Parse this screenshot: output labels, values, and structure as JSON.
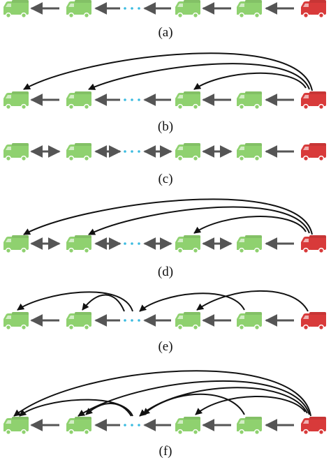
{
  "colors": {
    "lead_truck": "#d83a3a",
    "follower_truck": "#8fd16f",
    "arrow_grey": "#555555",
    "dots": "#3bbbe0",
    "curve": "#111111"
  },
  "icons": {
    "truck": "truck-icon"
  },
  "panels": [
    {
      "label": "(a)",
      "adjacent_links": [
        "uni",
        "uni",
        "uni",
        "uni"
      ]
    },
    {
      "label": "(b)",
      "adjacent_links": [
        "uni",
        "uni",
        "uni",
        "uni"
      ]
    },
    {
      "label": "(c)",
      "adjacent_links": [
        "bi",
        "bi",
        "bi",
        "uni"
      ]
    },
    {
      "label": "(d)",
      "adjacent_links": [
        "bi",
        "bi",
        "bi",
        "uni"
      ]
    },
    {
      "label": "(e)",
      "adjacent_links": [
        "uni",
        "uni",
        "uni",
        "uni"
      ]
    },
    {
      "label": "(f)",
      "adjacent_links": [
        "uni",
        "uni",
        "uni",
        "uni"
      ]
    }
  ]
}
